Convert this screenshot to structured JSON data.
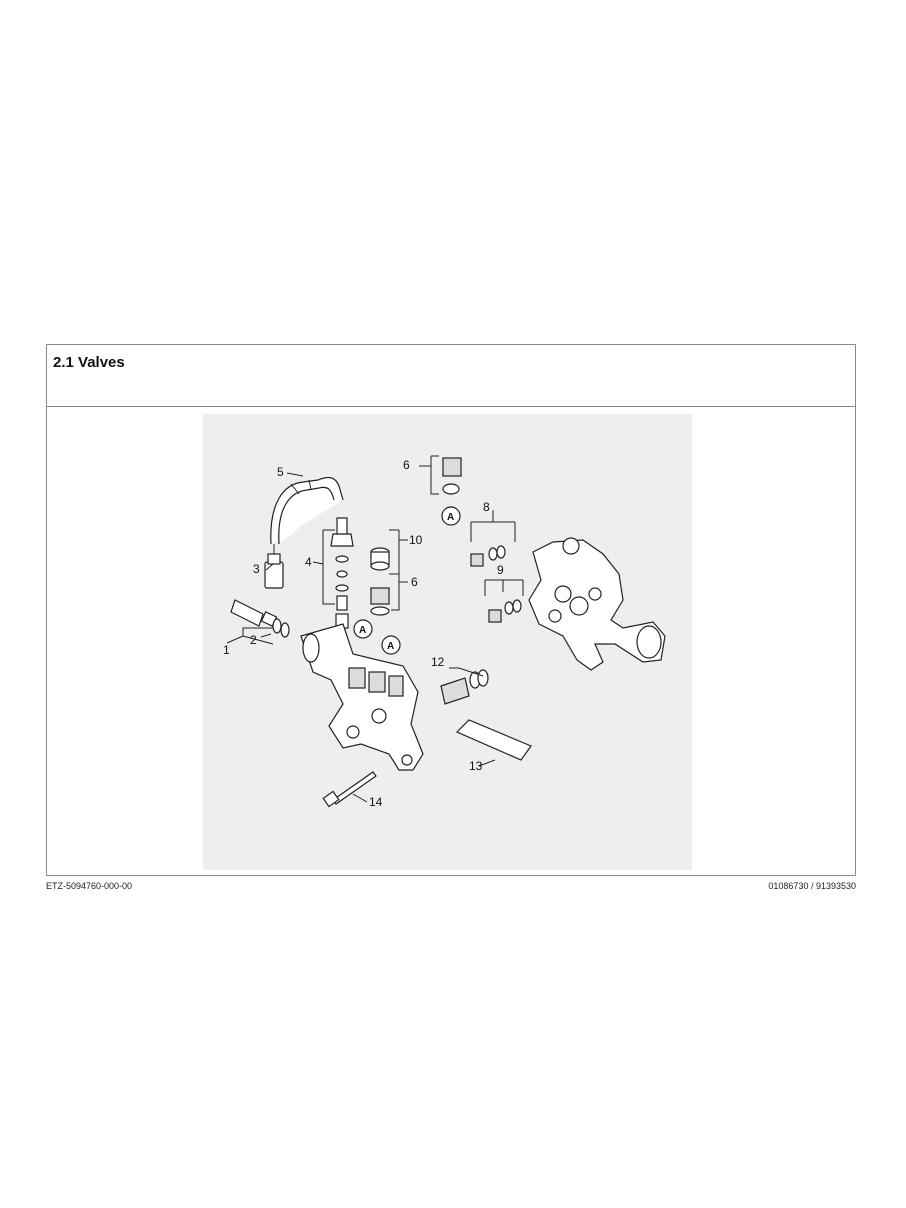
{
  "section": {
    "title": "2.1 Valves"
  },
  "footer": {
    "left": "ETZ-5094760-000-00",
    "right": "01086730 / 91393530"
  },
  "drawing": {
    "part_numbers": [
      "1",
      "2",
      "3",
      "4",
      "5",
      "6",
      "6",
      "8",
      "9",
      "10",
      "12",
      "13",
      "14"
    ],
    "reference_marks": [
      "A",
      "A",
      "A"
    ],
    "colors": {
      "background": "#eeeeee",
      "line": "#222222"
    }
  }
}
